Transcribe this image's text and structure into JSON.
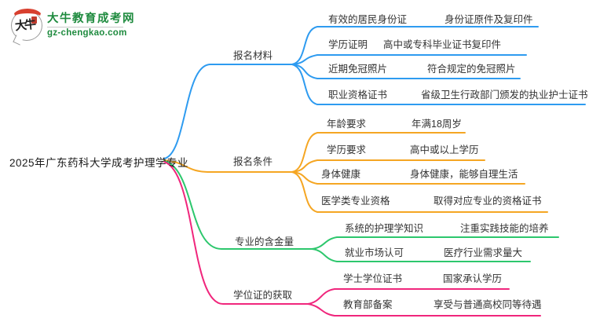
{
  "logo": {
    "icon_text": "大牛",
    "title": "大牛教育成考网",
    "url": "gz-chengkao.com",
    "brand_green": "#1f8b3f",
    "brand_red": "#d8402f"
  },
  "central": {
    "title": "2025年广东药科大学成考护理学专业"
  },
  "branches": [
    {
      "label": "报名材料",
      "color": "#2e9bf0",
      "children": [
        {
          "label": "有效的居民身份证",
          "value": "身份证原件及复印件"
        },
        {
          "label": "学历证明",
          "value": "高中或专科毕业证书复印件"
        },
        {
          "label": "近期免冠照片",
          "value": "符合规定的免冠照片"
        },
        {
          "label": "职业资格证书",
          "value": "省级卫生行政部门颁发的执业护士证书"
        }
      ]
    },
    {
      "label": "报名条件",
      "color": "#f5a623",
      "children": [
        {
          "label": "年龄要求",
          "value": "年满18周岁"
        },
        {
          "label": "学历要求",
          "value": "高中或以上学历"
        },
        {
          "label": "身体健康",
          "value": "身体健康，能够自理生活"
        },
        {
          "label": "医学类专业资格",
          "value": "取得对应专业的资格证书"
        }
      ]
    },
    {
      "label": "专业的含金量",
      "color": "#2dc76d",
      "children": [
        {
          "label": "系统的护理学知识",
          "value": "注重实践技能的培养"
        },
        {
          "label": "就业市场认可",
          "value": "医疗行业需求量大"
        }
      ]
    },
    {
      "label": "学位证的获取",
      "color": "#f0267c",
      "children": [
        {
          "label": "学士学位证书",
          "value": "国家承认学历"
        },
        {
          "label": "教育部备案",
          "value": "享受与普通高校同等待遇"
        }
      ]
    }
  ]
}
